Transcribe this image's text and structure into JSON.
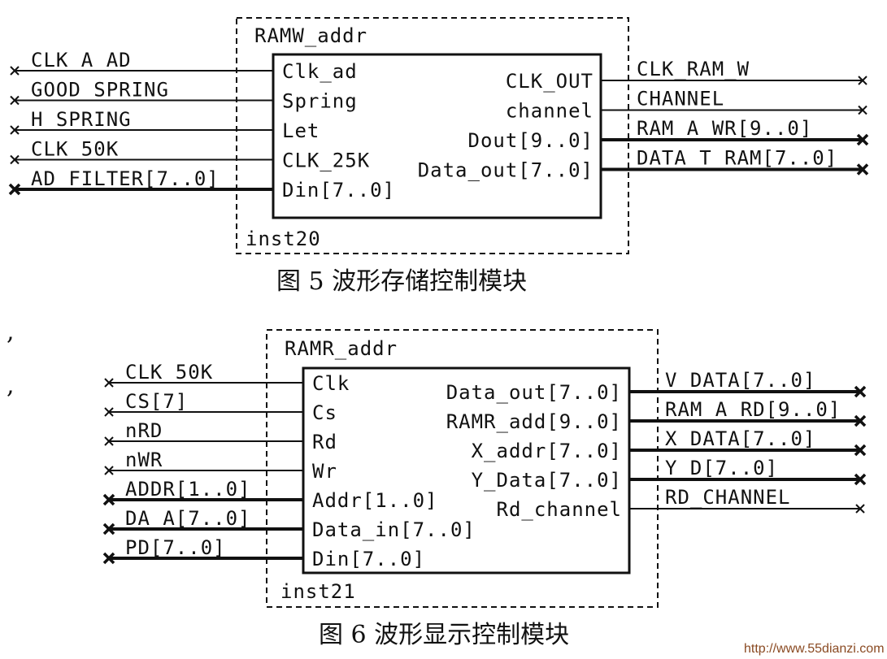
{
  "figure5": {
    "module_name": "RAMW_addr",
    "instance": "inst20",
    "caption": "图 5  波形存储控制模块",
    "inputs": [
      {
        "net": "CLK_A_AD",
        "port": "Clk_ad",
        "bus": false
      },
      {
        "net": "GOOD_SPRING",
        "port": "Spring",
        "bus": false
      },
      {
        "net": "H_SPRING",
        "port": "Let",
        "bus": false
      },
      {
        "net": "CLK_50K",
        "port": "CLK_25K",
        "bus": false
      },
      {
        "net": "AD_FILTER[7..0]",
        "port": "Din[7..0]",
        "bus": true
      }
    ],
    "outputs": [
      {
        "port": "CLK_OUT",
        "net": "CLK_RAM_W",
        "bus": false
      },
      {
        "port": "channel",
        "net": "CHANNEL",
        "bus": false
      },
      {
        "port": "Dout[9..0]",
        "net": "RAM_A_WR[9..0]",
        "bus": true
      },
      {
        "port": "Data_out[7..0]",
        "net": "DATA_T_RAM[7..0]",
        "bus": true
      }
    ]
  },
  "figure6": {
    "module_name": "RAMR_addr",
    "instance": "inst21",
    "caption": "图 6  波形显示控制模块",
    "inputs": [
      {
        "net": "CLK_50K",
        "port": "Clk",
        "bus": false
      },
      {
        "net": "CS[7]",
        "port": "Cs",
        "bus": false
      },
      {
        "net": "nRD",
        "port": "Rd",
        "bus": false
      },
      {
        "net": "nWR",
        "port": "Wr",
        "bus": false
      },
      {
        "net": "ADDR[1..0]",
        "port": "Addr[1..0]",
        "bus": true
      },
      {
        "net": "DA_A[7..0]",
        "port": "Data_in[7..0]",
        "bus": true
      },
      {
        "net": "PD[7..0]",
        "port": "Din[7..0]",
        "bus": true
      }
    ],
    "outputs": [
      {
        "port": "Data_out[7..0]",
        "net": "V_DATA[7..0]",
        "bus": true
      },
      {
        "port": "RAMR_add[9..0]",
        "net": "RAM_A_RD[9..0]",
        "bus": true
      },
      {
        "port": "X_addr[7..0]",
        "net": "X_DATA[7..0]",
        "bus": true
      },
      {
        "port": "Y_Data[7..0]",
        "net": "Y_D[7..0]",
        "bus": true
      },
      {
        "port": "Rd_channel",
        "net": "RD_CHANNEL",
        "bus": false
      }
    ]
  },
  "stray_marks": [
    ","
  ],
  "watermark": "http://www.55dianzi.com"
}
